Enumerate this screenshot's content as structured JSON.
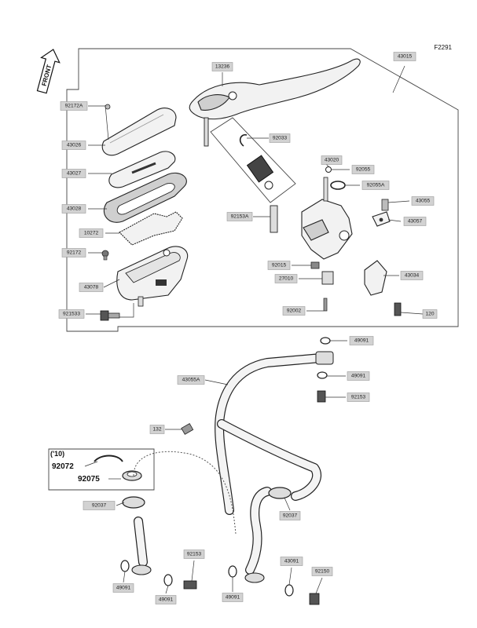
{
  "diagram_code": "F2291",
  "front_text": "FRONT",
  "variant_label": "('10)",
  "bold_labels": {
    "b92072": "92072",
    "b92075": "92075"
  },
  "labels": {
    "l43015": "43015",
    "l13236": "13236",
    "l92172A": "92172A",
    "l43026": "43026",
    "l43027": "43027",
    "l43028": "43028",
    "l10272": "10272",
    "l92172": "92172",
    "l43078": "43078",
    "l921533": "921533",
    "l92033": "92033",
    "l43020": "43020",
    "l92055": "92055",
    "l92055A": "92055A",
    "l43055": "43055",
    "l92153A": "92153A",
    "l43057": "43057",
    "l92015": "92015",
    "l43034": "43034",
    "l27010": "27010",
    "l92002": "92002",
    "l120": "120",
    "l49091a": "49091",
    "l43055A": "43055A",
    "l49091b": "49091",
    "l92153b": "92153",
    "l132": "132",
    "l92037a": "92037",
    "l92037b": "92037",
    "l92153c": "92153",
    "l43091": "43091",
    "l92150": "92150",
    "l49091c": "49091",
    "l49091d": "49091",
    "l49091e": "49091"
  }
}
